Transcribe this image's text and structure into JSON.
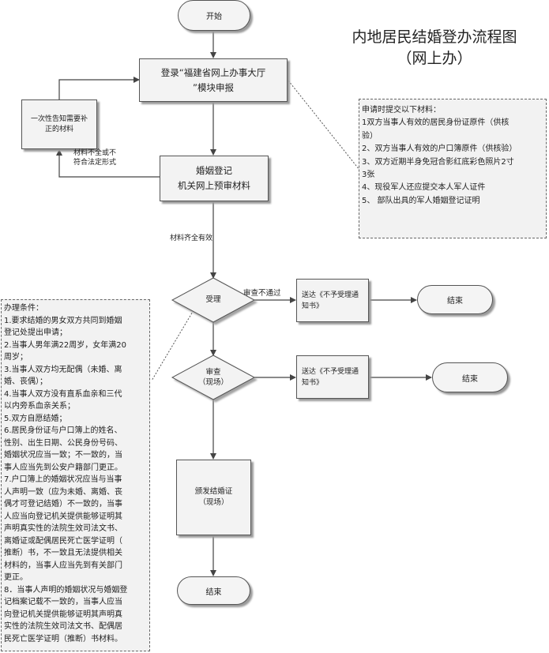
{
  "title": {
    "line1": "内地居民结婚登办流程图",
    "line2": "（网上办）"
  },
  "nodes": {
    "start": "开始",
    "login": {
      "line1": "登录“福建省网上办事大厅",
      "line2": "”模块申报"
    },
    "notify": {
      "line1": "一次性告知需要补",
      "line2": "正的材料"
    },
    "precheck": {
      "line1": "婚姻登记",
      "line2": "机关网上预审材料"
    },
    "accept": "受理",
    "review": {
      "line1": "审查",
      "line2": "（现场）"
    },
    "reject1": {
      "line1": "送达《不予受理通",
      "line2": "知书》"
    },
    "reject2": {
      "line1": "送达《不予受理通",
      "line2": "知书》"
    },
    "end1": "结束",
    "end2": "结束",
    "issue": {
      "line1": "颁发结婚证",
      "line2": "（现场）"
    },
    "end3": "结束"
  },
  "edge_labels": {
    "incomplete": {
      "line1": "材料不全或不",
      "line2": "符合法定形式"
    },
    "complete": "材料齐全有效",
    "not_pass": "审查不通过"
  },
  "materials_note": {
    "lines": [
      "申请时提交以下材料：",
      "1双方当事人有效的居民身份证原件（供核",
      "验）",
      "2、双方当事人有效的户口簿原件（供核验）",
      "3、双方近期半身免冠合影红底彩色照片2寸",
      "3张",
      "4、现役军人还应提交本人军人证件",
      "5、 部队出具的军人婚姻登记证明"
    ]
  },
  "conditions_note": {
    "lines": [
      "办理条件：",
      "1.要求结婚的男女双方共同到婚姻",
      "登记处提出申请；",
      "2.当事人男年满22周岁，女年满20",
      "周岁；",
      "3.当事人双方均无配偶（未婚、离",
      "婚、丧偶）；",
      "4.当事人双方没有直系血亲和三代",
      "以内旁系血亲关系；",
      "5.双方自愿结婚；",
      "6.居民身份证与户口簿上的姓名、",
      "性别、出生日期、公民身份号码、",
      "婚姻状况应当一致；不一致的，当",
      "事人应当先到公安户籍部门更正。",
      "7.户口簿上的婚姻状况应当与当事",
      "人声明一致（应为未婚、离婚、丧",
      "偶才可登记结婚）不一致的，当事",
      "人应当向登记机关提供能够证明其",
      "声明真实性的法院生效司法文书、",
      "离婚证或配偶居民死亡医学证明（",
      "推断）书，不一致且无法提供相关",
      "材料的，当事人应当先到有关部门",
      "更正。",
      "8．当事人声明的婚姻状况与婚姻登",
      "记档案记载不一致的，当事人应当",
      "向登记机关提供能够证明其声明真",
      "实性的法院生效司法文书、配偶居",
      "民死亡医学证明（推断）书材料。"
    ]
  }
}
